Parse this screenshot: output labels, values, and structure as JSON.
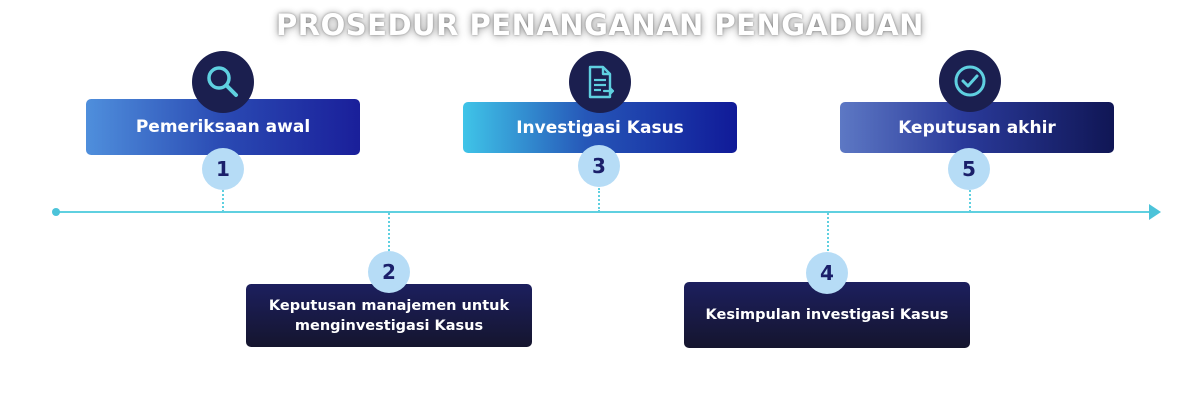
{
  "title": "PROSEDUR PENANGANAN PENGADUAN",
  "steps": [
    {
      "number": "1",
      "label": "Pemeriksaan awal",
      "icon": "search-icon"
    },
    {
      "number": "2",
      "label_line1": "Keputusan manajemen untuk",
      "label_line2": "menginvestigasi Kasus"
    },
    {
      "number": "3",
      "label": "Investigasi Kasus",
      "icon": "document-icon"
    },
    {
      "number": "4",
      "label": "Kesimpulan investigasi Kasus"
    },
    {
      "number": "5",
      "label": "Keputusan akhir",
      "icon": "check-circle-icon"
    }
  ],
  "colors": {
    "accent": "#5fd0e0",
    "badge": "#b6dcf6",
    "dark_navy": "#1b1f4f"
  }
}
